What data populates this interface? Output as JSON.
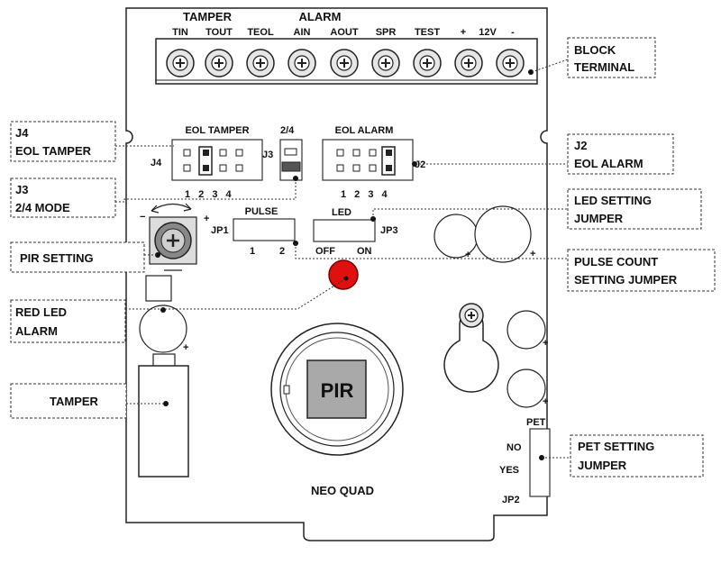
{
  "terminal": {
    "group_tamper": "TAMPER",
    "group_alarm": "ALARM",
    "pins": [
      "TIN",
      "TOUT",
      "TEOL",
      "AIN",
      "AOUT",
      "SPR",
      "TEST",
      "+",
      "12V",
      "-"
    ]
  },
  "jumpers": {
    "eol_tamper_title": "EOL TAMPER",
    "j4": "J4",
    "j4_numbers": "1 2 3 4",
    "mode_24": "2/4",
    "j3": "J3",
    "eol_alarm_title": "EOL ALARM",
    "j2": "J2",
    "j2_numbers": "1 2 3 4",
    "pulse": "PULSE",
    "jp1": "JP1",
    "pulse_1": "1",
    "pulse_2": "2",
    "led": "LED",
    "jp3": "JP3",
    "led_off": "OFF",
    "led_on": "ON",
    "pet": "PET",
    "pet_no": "NO",
    "pet_yes": "YES",
    "jp2": "JP2"
  },
  "board": {
    "pir_label": "PIR",
    "model": "NEO QUAD",
    "plus": "+",
    "minus": "−"
  },
  "callouts": {
    "block_terminal": [
      "BLOCK",
      "TERMINAL"
    ],
    "j4_eol_tamper": [
      "J4",
      "EOL TAMPER"
    ],
    "j3_mode": [
      "J3",
      "2/4 MODE"
    ],
    "j2_eol_alarm": [
      "J2",
      "EOL ALARM"
    ],
    "led_setting": [
      "LED SETTING",
      "JUMPER"
    ],
    "pir_setting": [
      "PIR SETTING"
    ],
    "pulse_count": [
      "PULSE COUNT",
      "SETTING JUMPER"
    ],
    "red_led": [
      "RED LED",
      "ALARM"
    ],
    "tamper": [
      "TAMPER"
    ],
    "pet_setting": [
      "PET SETTING",
      "JUMPER"
    ]
  },
  "colors": {
    "led_red": "#e01010",
    "pir_window": "#a9a9a9"
  }
}
